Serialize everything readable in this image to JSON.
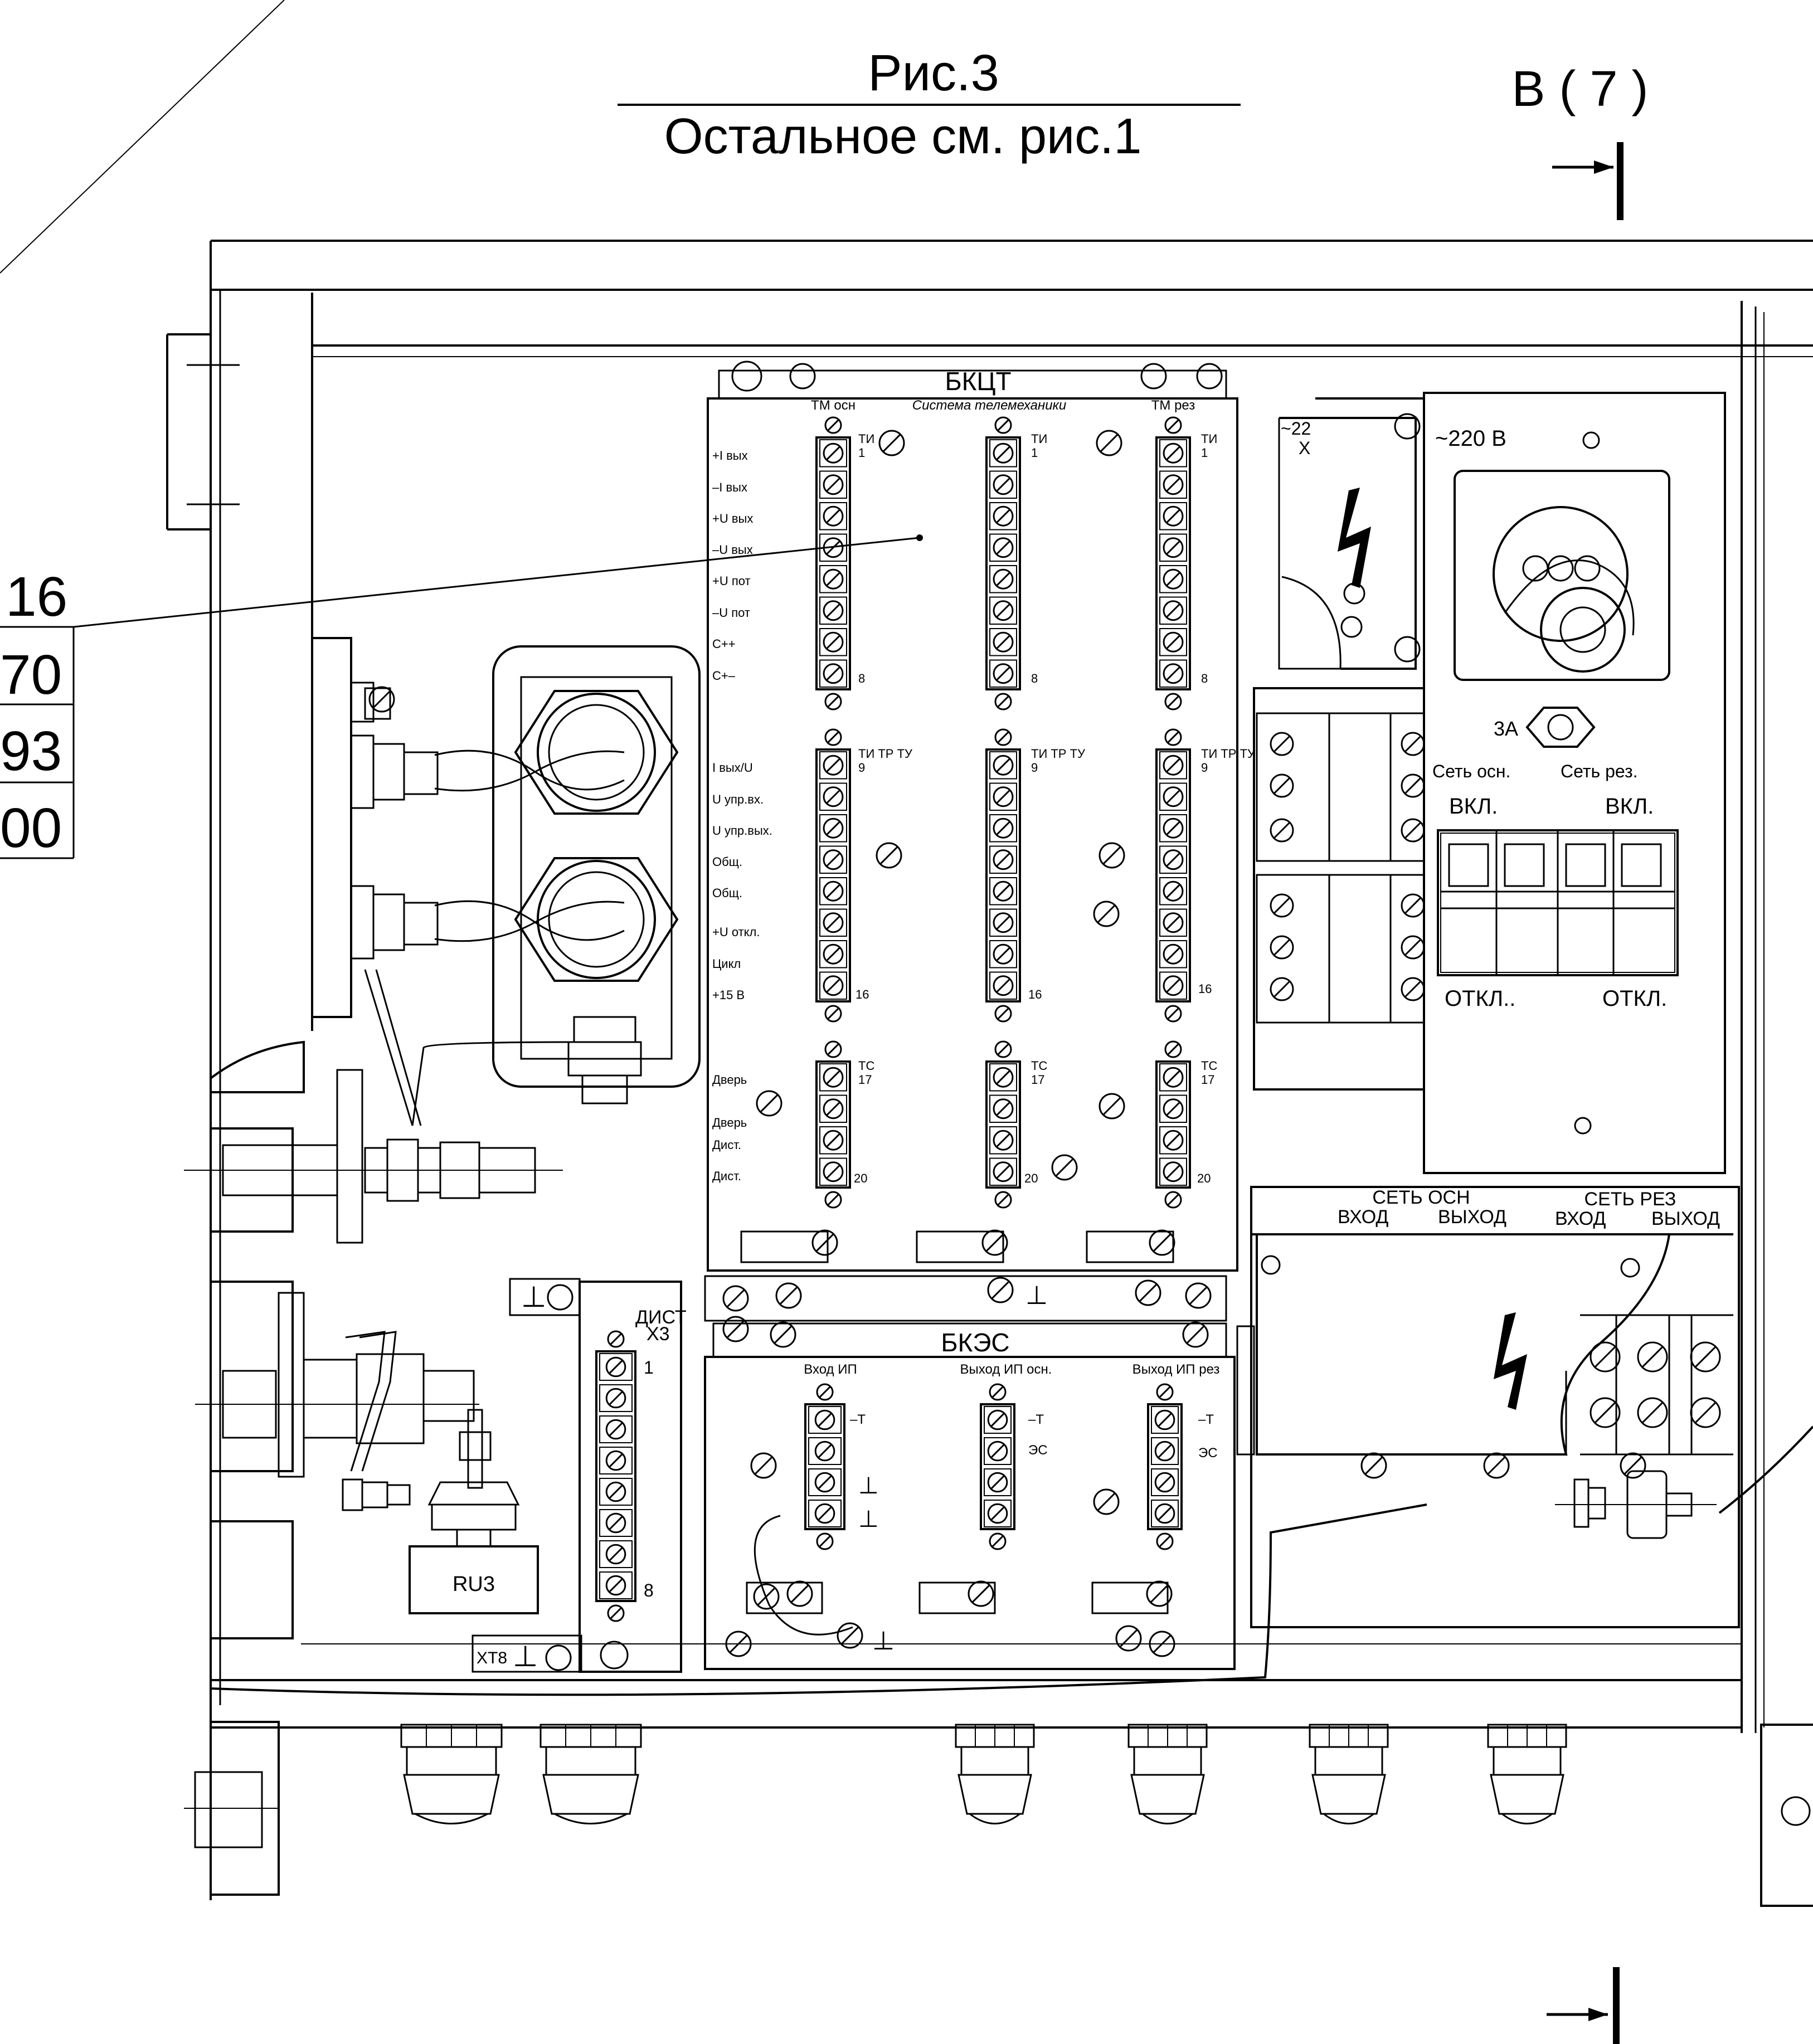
{
  "header": {
    "title": "Рис.3",
    "subtitle": "Остальное см. рис.1",
    "view_label": "В ( 7 )"
  },
  "left_table": [
    "16",
    "70",
    "93",
    "00"
  ],
  "bkct": {
    "title": "БКЦТ",
    "system_label": "Система телемеханики",
    "col_labels": [
      "ТМ осн",
      "ТМ рез"
    ],
    "block1_left_labels": [
      "+I вых",
      "–I вых",
      "+U вых",
      "–U вых",
      "+U пот",
      "–U пот",
      "С++",
      "С+–"
    ],
    "block2_left_labels": [
      "I вых/U",
      "U упр.вх.",
      "U упр.вых.",
      "Общ.",
      "Общ.",
      "+U откл.",
      "Цикл",
      "+15 В"
    ],
    "block3_left_labels": [
      "Дверь",
      "Дверь",
      "Дист.",
      "Дист."
    ],
    "marks": {
      "ti": "ТИ",
      "ti_tr_tu": "ТИ ТР ТУ",
      "tc": "ТС",
      "n1": "1",
      "n8": "8",
      "n9": "9",
      "n16": "16",
      "n17": "17",
      "n20": "20"
    }
  },
  "bkes": {
    "title": "БКЭС",
    "col_labels": [
      "Вход ИП",
      "Выход ИП осн.",
      "Выход ИП рез"
    ],
    "term_minus_t": "–Т",
    "term_es": "ЭС"
  },
  "dist": {
    "label": "ДИСТ",
    "sub": "Х3",
    "n1": "1",
    "n8": "8",
    "xt8": "ХТ8"
  },
  "ru3": "RU3",
  "power_panel": {
    "voltage": "~220 В",
    "fuse": "3А",
    "net_main": "Сеть осн.",
    "net_reserve": "Сеть рез.",
    "on": "ВКЛ.",
    "off_1": "ОТКЛ..",
    "off_2": "ОТКЛ.",
    "partial_label": "~22",
    "partial_label2": "Х"
  },
  "bottom_right": {
    "net_main": "СЕТЬ ОСН",
    "net_reserve": "СЕТЬ РЕЗ",
    "input": "ВХОД",
    "output": "ВЫХОД"
  },
  "symbols": {
    "ground": "⊥"
  }
}
